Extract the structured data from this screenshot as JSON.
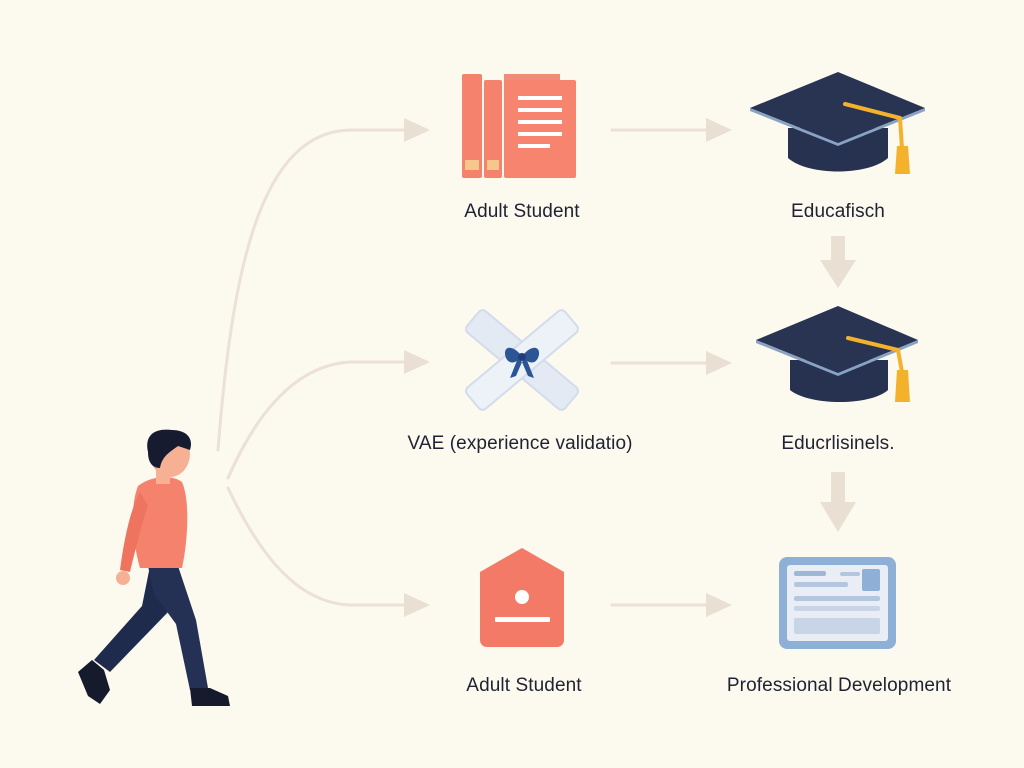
{
  "nodes": {
    "top_left": {
      "label": "Adult Student",
      "icon": "books-icon"
    },
    "top_right": {
      "label": "Educafisch",
      "icon": "graduation-cap-icon"
    },
    "mid_left": {
      "label": "VAE (experience validatio)",
      "icon": "diploma-scroll-icon"
    },
    "mid_right": {
      "label": "Educrlisinels.",
      "icon": "graduation-cap-icon"
    },
    "bottom_left": {
      "label": "Adult Student",
      "icon": "house-badge-icon"
    },
    "bottom_right": {
      "label": "Professional Development",
      "icon": "certificate-card-icon"
    }
  },
  "figure": {
    "icon": "walking-person-icon"
  },
  "colors": {
    "background": "#fcf9ef",
    "arrow": "#e9dfd3",
    "coral": "#f5826d",
    "navy": "#283452",
    "gold": "#f4b22c",
    "card_blue": "#8fb0d6"
  }
}
